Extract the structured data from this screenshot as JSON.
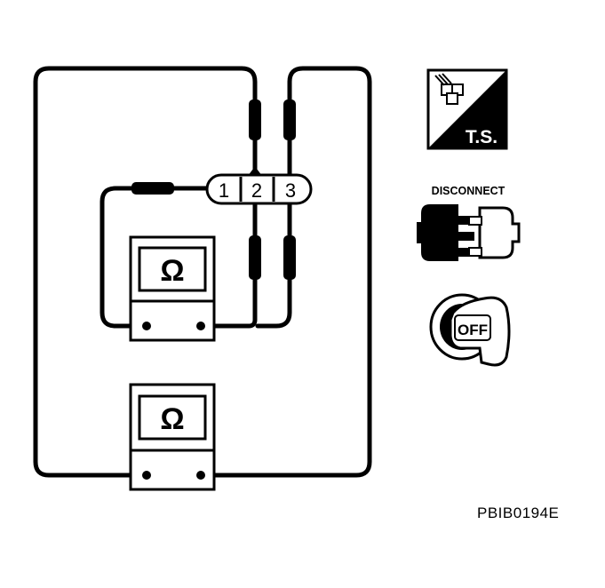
{
  "connector": {
    "pins": [
      "1",
      "2",
      "3"
    ]
  },
  "meter_top": {
    "symbol": "Ω"
  },
  "meter_bottom": {
    "symbol": "Ω"
  },
  "icons": {
    "ts_label": "T.S.",
    "disconnect_label": "DISCONNECT",
    "ignition_label": "OFF"
  },
  "figure_code": "PBIB0194E",
  "colors": {
    "line": "#000000",
    "background": "#ffffff"
  }
}
